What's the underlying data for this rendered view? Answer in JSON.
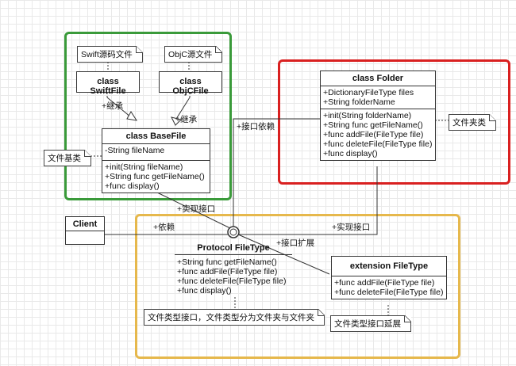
{
  "notes": {
    "swift_source": "Swift源码文件",
    "objc_source": "ObjC源文件",
    "file_base": "文件基类",
    "folder": "文件夹类",
    "filetype_protocol": "文件类型接口，文件类型分为文件夹与文件夹",
    "filetype_extension": "文件类型接口延展"
  },
  "classes": {
    "swift_file": {
      "title": "class SwiftFile"
    },
    "objc_file": {
      "title": "class ObjCFile"
    },
    "base_file": {
      "title": "class BaseFile",
      "attributes": [
        "-String fileName"
      ],
      "methods": [
        "+init(String fileName)",
        "+String func getFileName()",
        "+func display()"
      ]
    },
    "folder": {
      "title": "class Folder",
      "attributes": [
        "+DictionaryFileType files",
        "+String folderName"
      ],
      "methods": [
        "+init(String folderName)",
        "+String func getFileName()",
        "+func addFile(FileType file)",
        "+func deleteFile(FileType file)",
        "+func display()"
      ]
    },
    "client": {
      "title": "Client"
    },
    "protocol_filetype": {
      "title": "Protocol FileType",
      "methods": [
        "+String func getFileName()",
        "+func addFile(FileType file)",
        "+func deleteFile(FileType file)",
        "+func display()"
      ]
    },
    "extension_filetype": {
      "title": "extension FileType",
      "methods": [
        "+func addFile(FileType file)",
        "+func deleteFile(FileType file)"
      ]
    }
  },
  "edge_labels": {
    "swift_inherit": "+继承",
    "objc_inherit": "+继承",
    "interface_dependency": "+接口依赖",
    "implements_interface_left": "+实现接口",
    "implements_interface_right": "+实现接口",
    "client_depends": "+依赖",
    "interface_extension": "+接口扩展"
  },
  "colors": {
    "frame_green": "#3a9a3a",
    "frame_red": "#d92020",
    "frame_orange": "#e6b84c"
  }
}
